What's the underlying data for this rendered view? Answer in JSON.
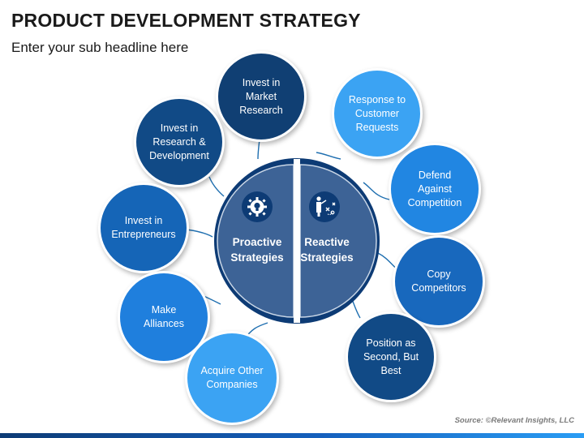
{
  "header": {
    "title": "PRODUCT DEVELOPMENT STRATEGY",
    "subtitle": "Enter your sub headline here"
  },
  "center": {
    "left_label": "Proactive\nStrategies",
    "right_label": "Reactive\nStrategies",
    "left_icon": "gear-bulb-icon",
    "right_icon": "strategy-board-icon"
  },
  "proactive": [
    {
      "label": "Invest in\nMarket\nResearch",
      "color": "#103f73"
    },
    {
      "label": "Invest in\nResearch &\nDevelopment",
      "color": "#114a86"
    },
    {
      "label": "Invest in\nEntrepreneurs",
      "color": "#1565b7"
    },
    {
      "label": "Make\nAlliances",
      "color": "#1f7fdd"
    },
    {
      "label": "Acquire Other\nCompanies",
      "color": "#3ba3f3"
    }
  ],
  "reactive": [
    {
      "label": "Response to\nCustomer\nRequests",
      "color": "#3ba3f3"
    },
    {
      "label": "Defend Against\nCompetition",
      "color": "#2186e2"
    },
    {
      "label": "Copy\nCompetitors",
      "color": "#1868bd"
    },
    {
      "label": "Position as\nSecond, But\nBest",
      "color": "#114a86"
    }
  ],
  "footer": {
    "source": "Source: ©Relevant Insights, LLC"
  }
}
